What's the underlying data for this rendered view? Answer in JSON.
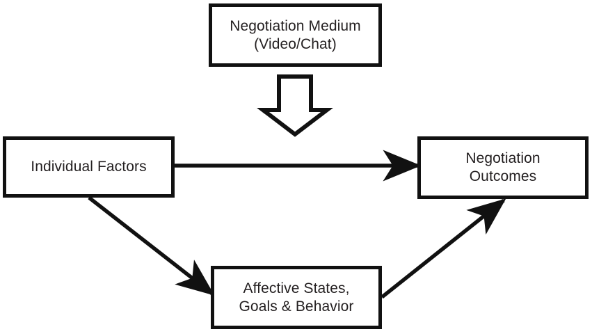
{
  "figure": {
    "background_color": "#ffffff",
    "stroke_color": "#111111",
    "text_color": "#231f20"
  },
  "nodes": {
    "medium": {
      "label": "Negotiation Medium\n(Video/Chat)"
    },
    "factors": {
      "label": "Individual Factors"
    },
    "outcomes": {
      "label": "Negotiation\nOutcomes"
    },
    "affect": {
      "label": "Affective States,\nGoals & Behavior"
    }
  },
  "edges": [
    {
      "name": "medium-moderates-arrow",
      "style": "hollow-block-arrow",
      "direction": "down",
      "from": "medium",
      "to": "factors-outcomes-path",
      "label": ""
    },
    {
      "name": "factors-to-outcomes-arrow",
      "style": "solid-line-arrow",
      "direction": "right",
      "from": "factors",
      "to": "outcomes",
      "label": ""
    },
    {
      "name": "factors-to-affect-arrow",
      "style": "solid-line-arrow",
      "direction": "down-right",
      "from": "factors",
      "to": "affect",
      "label": ""
    },
    {
      "name": "affect-to-outcomes-arrow",
      "style": "solid-line-arrow",
      "direction": "up-right",
      "from": "affect",
      "to": "outcomes",
      "label": ""
    }
  ]
}
